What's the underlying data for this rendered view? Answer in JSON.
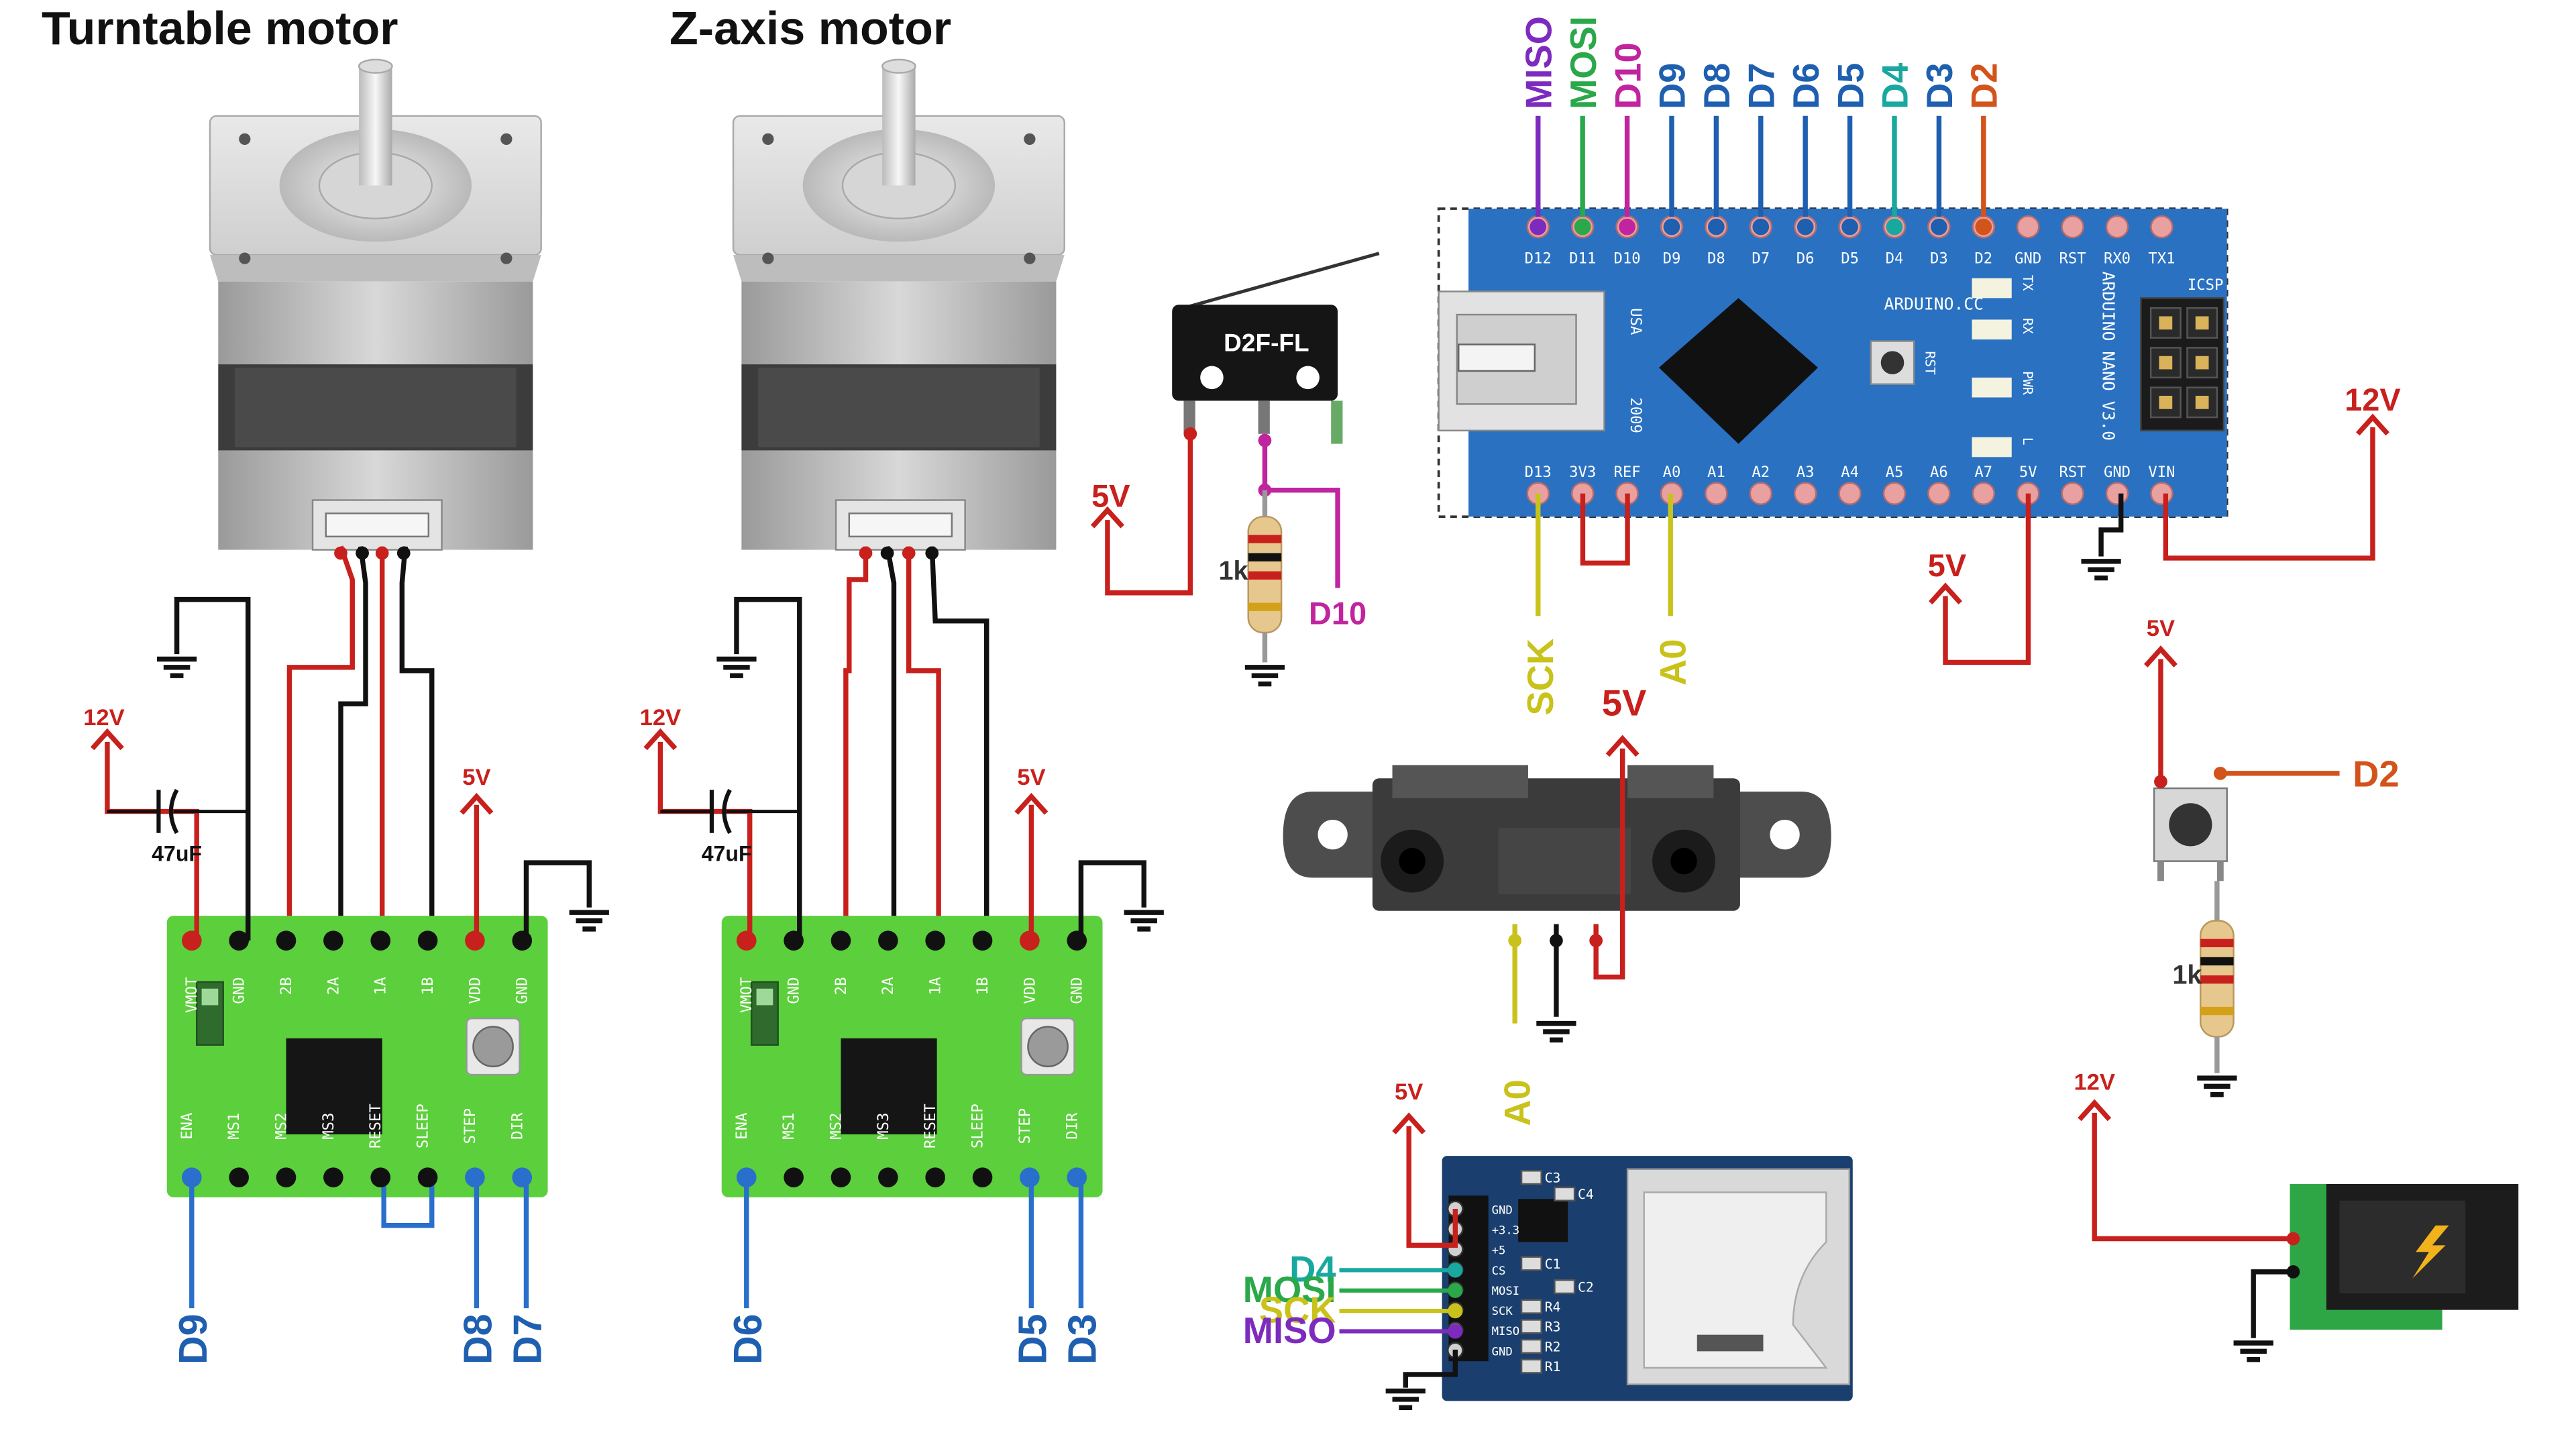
{
  "titles": {
    "turntable": "Turntable motor",
    "zaxis": "Z-axis motor"
  },
  "driver_pins_top": [
    "VMOT",
    "GND",
    "2B",
    "2A",
    "1A",
    "1B",
    "VDD",
    "GND"
  ],
  "driver_pins_bottom": [
    "ENA",
    "MS1",
    "MS2",
    "MS3",
    "RESET",
    "SLEEP",
    "STEP",
    "DIR"
  ],
  "driver1": {
    "enable": "D9",
    "step": "D8",
    "dir": "D7"
  },
  "driver2": {
    "enable": "D6",
    "step": "D5",
    "dir": "D3"
  },
  "supply": {
    "v12": "12V",
    "v5": "5V"
  },
  "capacitor": "47uF",
  "resistor": "1k",
  "switch": {
    "model": "D2F-FL",
    "signal": "D10"
  },
  "nano": {
    "top_pins": [
      "D12",
      "D11",
      "D10",
      "D9",
      "D8",
      "D7",
      "D6",
      "D5",
      "D4",
      "D3",
      "D2",
      "GND",
      "RST",
      "RX0",
      "TX1"
    ],
    "bottom_pins": [
      "D13",
      "3V3",
      "REF",
      "A0",
      "A1",
      "A2",
      "A3",
      "A4",
      "A5",
      "A6",
      "A7",
      "5V",
      "RST",
      "GND",
      "VIN"
    ],
    "brand": "ARDUINO.CC",
    "model": "ARDUINO NANO V3.0",
    "usa": "USA",
    "year": "2009",
    "icsp": "ICSP",
    "rst": "RST",
    "leds": [
      "TX",
      "RX",
      "PWR",
      "L"
    ]
  },
  "nano_labels": [
    {
      "text": "MISO",
      "color": "#7d2bbf"
    },
    {
      "text": "MOSI",
      "color": "#2aa84a"
    },
    {
      "text": "D10",
      "color": "#c0249e"
    },
    {
      "text": "D9",
      "color": "#1f5fb0"
    },
    {
      "text": "D8",
      "color": "#1f5fb0"
    },
    {
      "text": "D7",
      "color": "#1f5fb0"
    },
    {
      "text": "D6",
      "color": "#1f5fb0"
    },
    {
      "text": "D5",
      "color": "#1f5fb0"
    },
    {
      "text": "D4",
      "color": "#18a8a0"
    },
    {
      "text": "D3",
      "color": "#1f5fb0"
    },
    {
      "text": "D2",
      "color": "#d2541b"
    }
  ],
  "nano_bottom_labels": {
    "sck": "SCK",
    "a0": "A0"
  },
  "sensor": {
    "signal": "A0"
  },
  "button": {
    "signal": "D2"
  },
  "sd": {
    "pins": [
      "GND",
      "+3.3",
      "+5",
      "CS",
      "MOSI",
      "SCK",
      "MISO",
      "GND"
    ],
    "labels": [
      {
        "text": "D4",
        "color": "#18a8a0"
      },
      {
        "text": "MOSI",
        "color": "#2aa84a"
      },
      {
        "text": "SCK",
        "color": "#c9c21a"
      },
      {
        "text": "MISO",
        "color": "#7d2bbf"
      }
    ],
    "parts": [
      "C3",
      "C4",
      "C1",
      "C2",
      "R4",
      "R3",
      "R2",
      "R1"
    ]
  },
  "colors": {
    "power": "#c8201c",
    "ground": "#111111",
    "signal": "#2a6fcc",
    "board": "#5ccf3c",
    "nano": "#2a71c2"
  }
}
